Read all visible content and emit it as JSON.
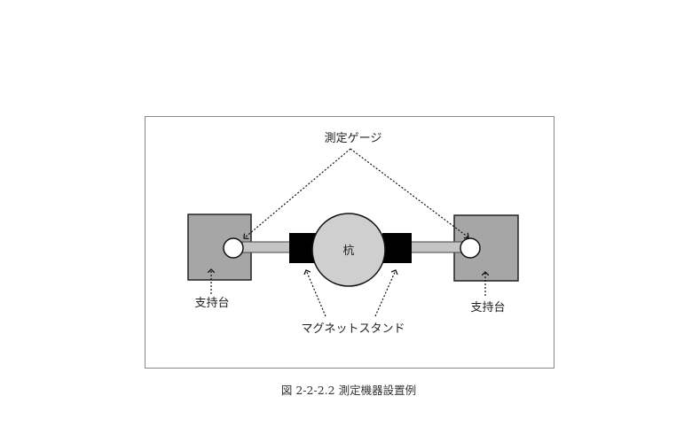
{
  "diagram": {
    "labels": {
      "gauge": "測定ゲージ",
      "pile": "杭",
      "support_left": "支持台",
      "support_right": "支持台",
      "magnet_stand": "マグネットスタンド"
    },
    "caption": "図 2-2-2.2 測定機器設置例",
    "colors": {
      "support": "#a6a6a6",
      "rod": "#c4c4c4",
      "magnet": "#000000",
      "pile": "#cfcfcf",
      "frame": "#888888"
    }
  }
}
